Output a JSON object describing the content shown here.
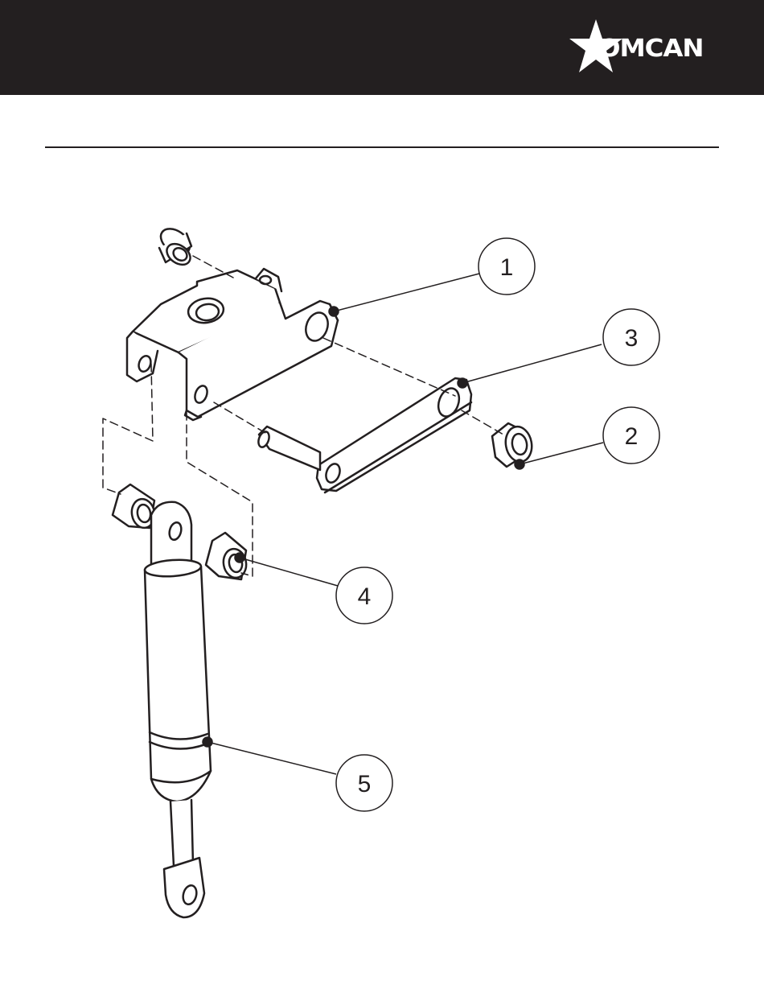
{
  "header": {
    "brand": "OMCAN",
    "background": "#231f20",
    "logo_icon": "star-icon"
  },
  "diagram": {
    "line_color": "#231f20",
    "callouts": [
      {
        "label": "1",
        "part": "bracket"
      },
      {
        "label": "2",
        "part": "bushing-flanged"
      },
      {
        "label": "3",
        "part": "link-arm-with-pin"
      },
      {
        "label": "4",
        "part": "spacer-bushing"
      },
      {
        "label": "5",
        "part": "gas-spring"
      }
    ]
  }
}
